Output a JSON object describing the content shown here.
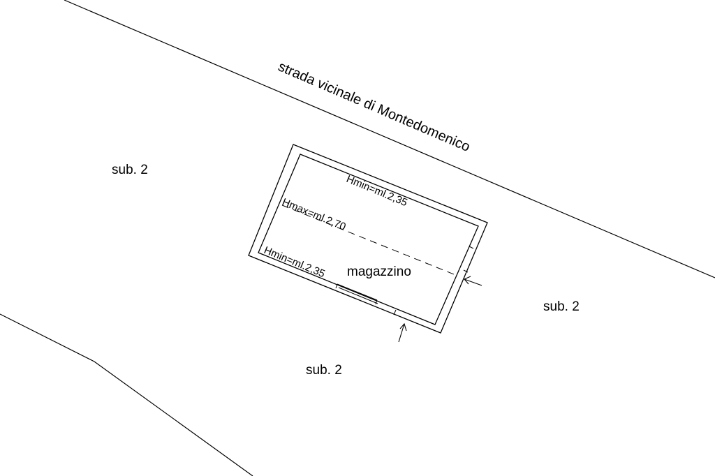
{
  "road": {
    "name": "strada vicinale di Montedomenico"
  },
  "building": {
    "room_label": "magazzino",
    "h_min_top": "Hmin=ml.2,35",
    "h_max": "Hmax=ml.2,70",
    "h_min_bottom": "Hmin=ml.2,35"
  },
  "parcels": {
    "left": "sub. 2",
    "right": "sub. 2",
    "bottom": "sub. 2"
  },
  "colors": {
    "line": "#000000",
    "background": "#ffffff"
  }
}
